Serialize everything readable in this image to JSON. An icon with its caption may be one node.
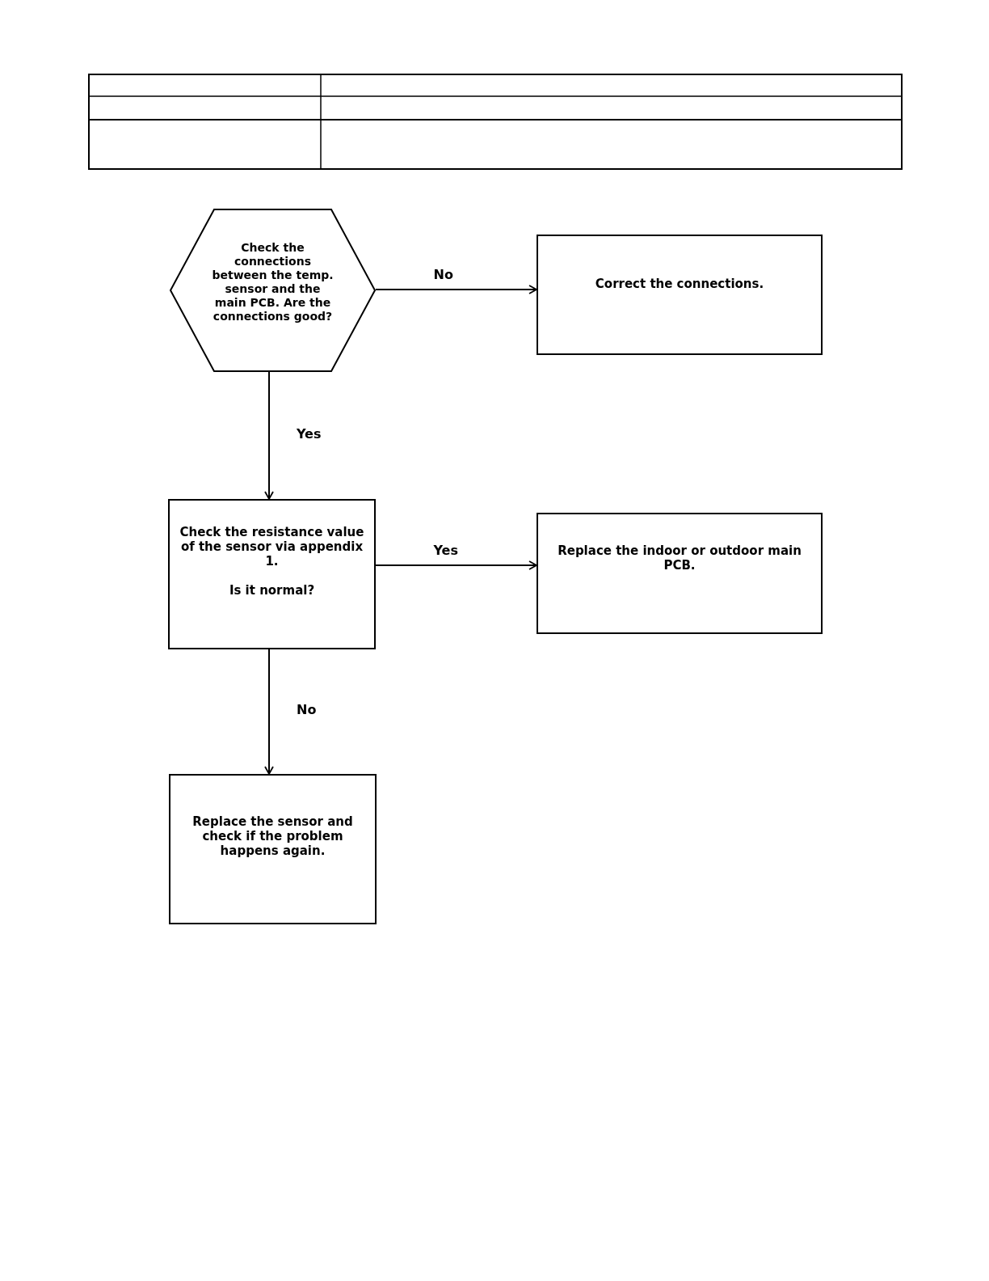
{
  "diagram": {
    "nodes": [
      {
        "text": [
          "Check the connections between the temp. sensor and the main PCB. Are the connections good?"
        ]
      },
      {
        "text": [
          "Correct the connections."
        ]
      },
      {
        "text": [
          "Check the resistance value of the sensor via appendix 1.",
          "Is it normal?"
        ]
      },
      {
        "text": [
          "Replace the indoor or outdoor main PCB."
        ]
      },
      {
        "text": [
          "Replace the sensor and check if the problem happens again."
        ]
      }
    ],
    "edges": [
      {
        "from": 0,
        "to": 1,
        "arrow": "to",
        "label": "No"
      },
      {
        "from": 0,
        "to": 2,
        "arrow": "to",
        "label": "Yes"
      },
      {
        "from": 2,
        "to": 3,
        "arrow": "to",
        "label": "Yes"
      },
      {
        "from": 2,
        "to": 4,
        "arrow": "to",
        "label": "No"
      }
    ]
  }
}
